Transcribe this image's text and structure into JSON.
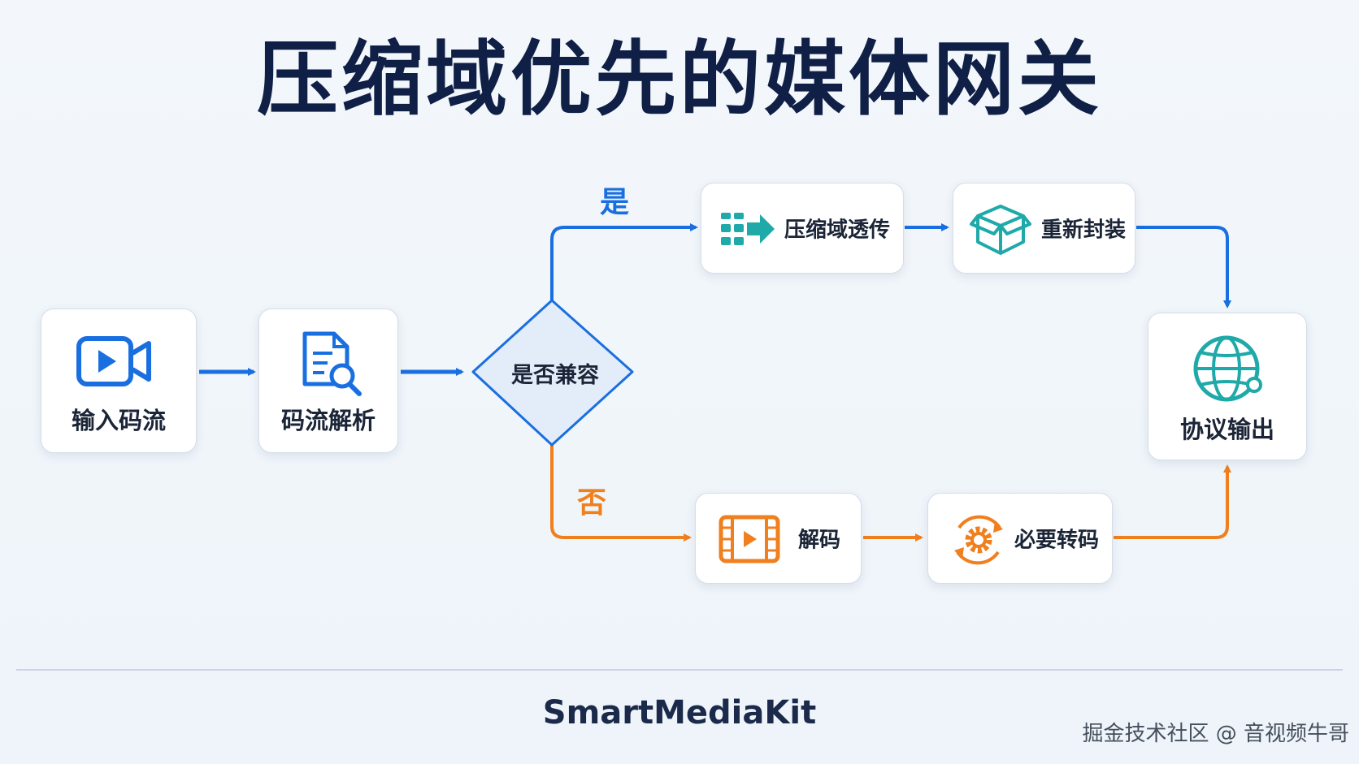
{
  "title": "压缩域优先的媒体网关",
  "nodes": {
    "input_stream": "输入码流",
    "stream_parse": "码流解析",
    "compatible_check": "是否兼容",
    "compressed_passthrough": "压缩域透传",
    "remux": "重新封装",
    "protocol_output": "协议输出",
    "decode": "解码",
    "transcode": "必要转码"
  },
  "edge_labels": {
    "yes": "是",
    "no": "否"
  },
  "colors": {
    "blue": "#1a6fe0",
    "orange": "#f07f1e",
    "teal": "#1fa9a9",
    "title": "#0f1f45"
  },
  "icons": {
    "input_stream": "video-camera-icon",
    "stream_parse": "document-search-icon",
    "compressed_passthrough": "passthrough-arrow-icon",
    "remux": "package-box-icon",
    "protocol_output": "globe-network-icon",
    "decode": "film-play-icon",
    "transcode": "gear-cycle-icon"
  },
  "footer": "SmartMediaKit",
  "watermark": "掘金技术社区 @ 音视频牛哥"
}
